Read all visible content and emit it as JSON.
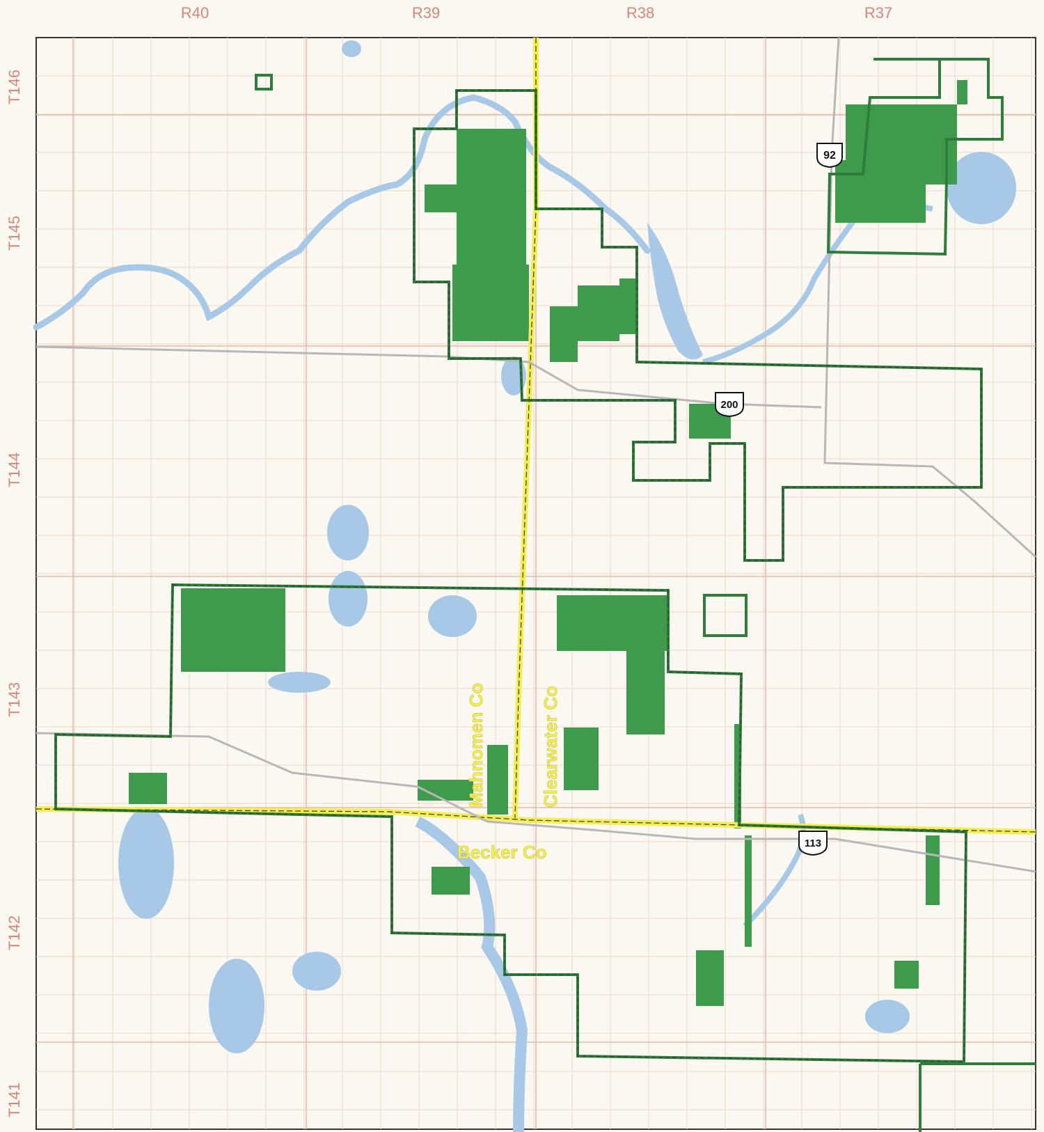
{
  "map": {
    "ranges": [
      "R40",
      "R39",
      "R38",
      "R37"
    ],
    "townships": [
      "T146",
      "T145",
      "T144",
      "T143",
      "T142",
      "T141"
    ],
    "counties": [
      "Mahnomen Co",
      "Clearwater Co",
      "Becker Co"
    ],
    "highways": [
      "92",
      "200",
      "113"
    ],
    "colors": {
      "background": "#fbf8f2",
      "section_lines": "#ecd9c7",
      "township_lines": "#e3b9a5",
      "water": "#a7c8e6",
      "state_land": "#3e9b4c",
      "boundary": "#2f7d3b",
      "county_line": "#f4ee4c",
      "road": "#b7b7b7",
      "label": "#d98579"
    }
  }
}
